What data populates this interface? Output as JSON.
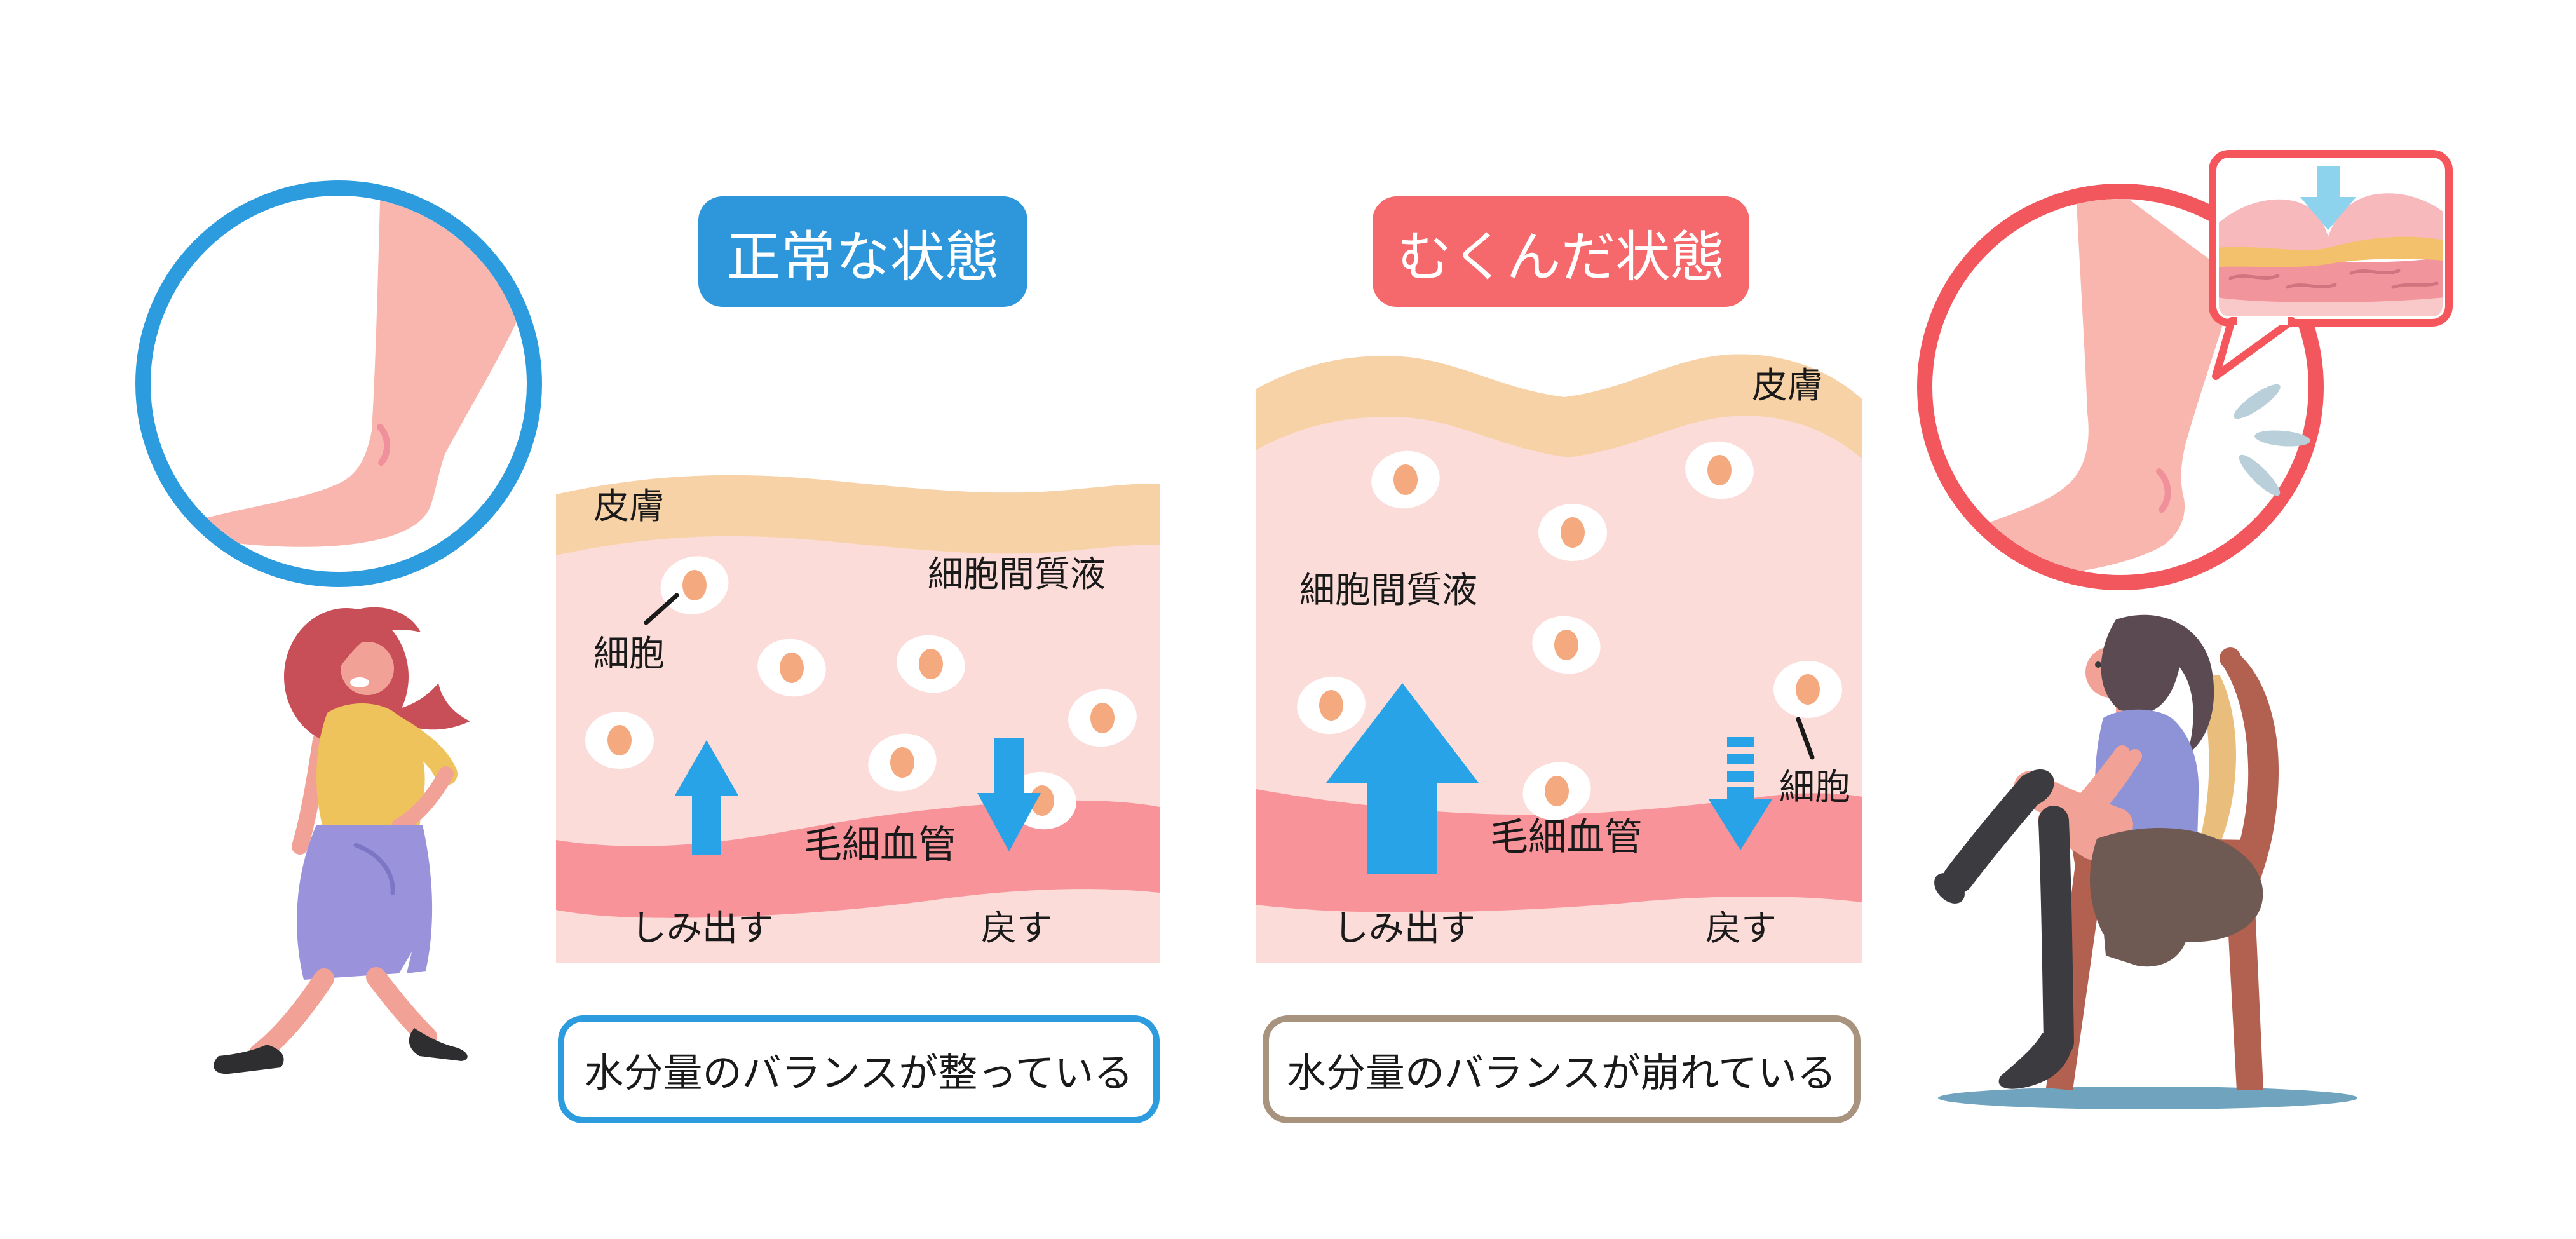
{
  "page": {
    "background": "#FFFFFF",
    "type": "medical-infographic"
  },
  "colors": {
    "badge_blue": "#2E96DB",
    "badge_coral": "#F5696C",
    "ring_blue": "#2D9CDF",
    "ring_red": "#F2575E",
    "arrow_blue": "#29A3E8",
    "skin_band_peach": "#F8D2A7",
    "tissue_pink": "#FBDCD8",
    "capillary_pink": "#F8939A",
    "cell_nucleus_orange": "#F4A97E",
    "caption_border_blue": "#2D9CDF",
    "caption_border_tan": "#A8947E",
    "press_arrow_light_blue": "#8ED3ED",
    "text_black": "#1A1A1A"
  },
  "panels": [
    {
      "id": "normal",
      "badge": "正常な状態",
      "badge_color": "#2E96DB",
      "labels": {
        "skin": "皮膚",
        "interstitial_fluid": "細胞間質液",
        "cell": "細胞",
        "capillary": "毛細血管",
        "seep_out": "しみ出す",
        "return": "戻す"
      },
      "arrows": {
        "seep_out": "small-up-arrow",
        "return": "small-down-arrow"
      },
      "caption": "水分量のバランスが整っている",
      "caption_border": "#2D9CDF"
    },
    {
      "id": "swollen",
      "badge": "むくんだ状態",
      "badge_color": "#F5696C",
      "labels": {
        "skin": "皮膚",
        "interstitial_fluid": "細胞間質液",
        "cell": "細胞",
        "capillary": "毛細血管",
        "seep_out": "しみ出す",
        "return": "戻す"
      },
      "arrows": {
        "seep_out": "large-up-arrow",
        "return": "dashed-down-arrow"
      },
      "caption": "水分量のバランスが崩れている",
      "caption_border": "#A8947E"
    }
  ],
  "illustrations": {
    "left_circle": "normal-slim-ankle-foot",
    "right_circle": "swollen-ankle-foot-with-ache-marks",
    "speech_bubble": "pressed-skin-cross-section",
    "left_figure": "standing-woman",
    "right_figure": "sitting-woman-putting-on-sock"
  },
  "icons": {
    "left_panel_up": "up-arrow-icon",
    "left_panel_down": "down-arrow-icon",
    "right_panel_up": "large-up-arrow-icon",
    "right_panel_down": "dashed-down-arrow-icon",
    "bubble_press": "press-down-arrow-icon",
    "ache_marks": "ache-marks-icon"
  }
}
